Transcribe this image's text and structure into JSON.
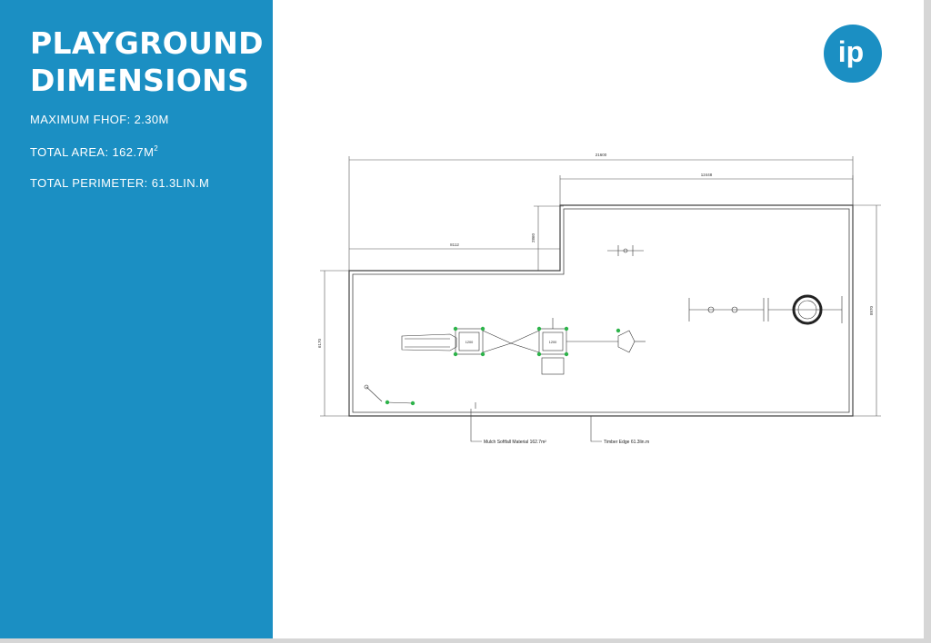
{
  "sidebar": {
    "title_line1": "PLAYGROUND",
    "title_line2": "DIMENSIONS",
    "max_fhof": "MAXIMUM FHOF: 2.30M",
    "total_area": "TOTAL AREA: 162.7M",
    "total_area_sup": "2",
    "total_perimeter": "TOTAL PERIMETER: 61.3LIN.M"
  },
  "logo": {
    "text": "ip",
    "color": "#1b8fc3",
    "icon": "ip-logo"
  },
  "plan": {
    "dims": {
      "overall_width": "21600",
      "upper_width": "12448",
      "left_step": "8112",
      "step_height": "2860",
      "left_height": "6170",
      "right_height": "8970"
    },
    "equipment_tags": [
      "1200",
      "1200"
    ],
    "callouts": {
      "mulch": "Mulch Softfall Material 162.7m²",
      "timber": "Timber Edge 61.3lin.m"
    }
  },
  "colors": {
    "sidebar": "#1b8fc3",
    "page": "#ffffff",
    "node_green": "#2db34a"
  }
}
